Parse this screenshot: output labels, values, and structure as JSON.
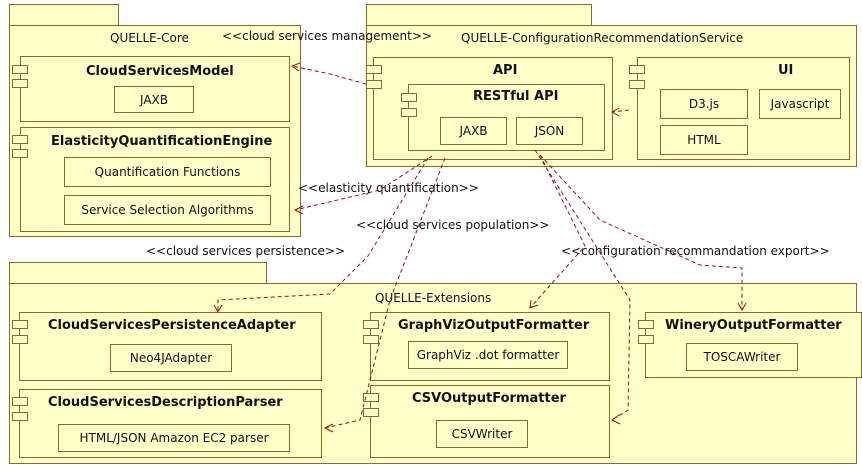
{
  "packages": {
    "core": "QUELLE-Core",
    "config_service": "QUELLE-ConfigurationRecommendationService",
    "extensions": "QUELLE-Extensions"
  },
  "components": {
    "cloud_services_model": {
      "name": "CloudServicesModel",
      "parts": [
        "JAXB"
      ]
    },
    "elasticity_engine": {
      "name": "ElasticityQuantificationEngine",
      "parts": [
        "Quantification Functions",
        "Service Selection Algorithms"
      ]
    },
    "api": {
      "name": "API"
    },
    "restful_api": {
      "name": "RESTful API",
      "parts": [
        "JAXB",
        "JSON"
      ]
    },
    "ui": {
      "name": "UI",
      "parts": [
        "D3.js",
        "Javascript",
        "HTML"
      ]
    },
    "persistence_adapter": {
      "name": "CloudServicesPersistenceAdapter",
      "parts": [
        "Neo4JAdapter"
      ]
    },
    "description_parser": {
      "name": "CloudServicesDescriptionParser",
      "parts": [
        "HTML/JSON Amazon EC2 parser"
      ]
    },
    "graphviz_formatter": {
      "name": "GraphVizOutputFormatter",
      "parts": [
        "GraphViz .dot formatter"
      ]
    },
    "csv_formatter": {
      "name": "CSVOutputFormatter",
      "parts": [
        "CSVWriter"
      ]
    },
    "winery_formatter": {
      "name": "WineryOutputFormatter",
      "parts": [
        "TOSCAWriter"
      ]
    }
  },
  "relations": {
    "management": "<<cloud services management>>",
    "quantification": "<<elasticity quantification>>",
    "population": "<<cloud services population>>",
    "persistence": "<<cloud services persistence>>",
    "export": "<<configuration recommandation  export>>"
  },
  "colors": {
    "fill": "#ffffc8",
    "border": "#8a6a2a",
    "connector": "#a01010"
  }
}
